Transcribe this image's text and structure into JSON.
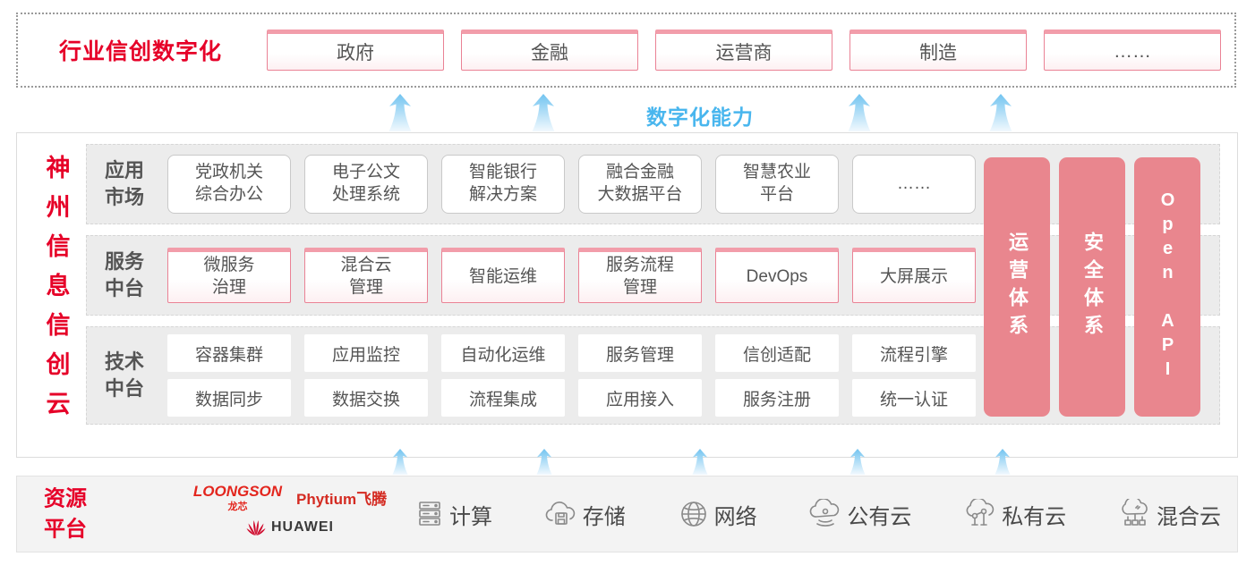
{
  "top": {
    "label": "行业信创数字化",
    "industries": [
      "政府",
      "金融",
      "运营商",
      "制造",
      "……"
    ]
  },
  "capability": {
    "label": "数字化能力"
  },
  "main": {
    "title": "神州信息信创云",
    "app_row": {
      "label": "应用\n市场",
      "boxes": [
        "党政机关\n综合办公",
        "电子公文\n处理系统",
        "智能银行\n解决方案",
        "融合金融\n大数据平台",
        "智慧农业\n平台",
        "……"
      ]
    },
    "service_row": {
      "label": "服务\n中台",
      "boxes": [
        "微服务\n治理",
        "混合云\n管理",
        "智能运维",
        "服务流程\n管理",
        "DevOps",
        "大屏展示"
      ]
    },
    "tech_row": {
      "label": "技术\n中台",
      "boxes_top": [
        "容器集群",
        "应用监控",
        "自动化运维",
        "服务管理",
        "信创适配",
        "流程引擎"
      ],
      "boxes_bottom": [
        "数据同步",
        "数据交换",
        "流程集成",
        "应用接入",
        "服务注册",
        "统一认证"
      ]
    },
    "bars": [
      "运营体系",
      "安全体系",
      "Open API"
    ]
  },
  "bottom": {
    "label": "资源\n平台",
    "vendors": {
      "loongson": "LOONGSON",
      "loongson_cn": "龙芯",
      "phytium": "Phytium飞腾",
      "huawei": "HUAWEI"
    },
    "resources": [
      {
        "icon": "compute-server-icon",
        "label": "计算"
      },
      {
        "icon": "storage-cloud-icon",
        "label": "存储"
      },
      {
        "icon": "network-globe-icon",
        "label": "网络"
      },
      {
        "icon": "public-cloud-icon",
        "label": "公有云"
      },
      {
        "icon": "private-cloud-icon",
        "label": "私有云"
      },
      {
        "icon": "hybrid-cloud-icon",
        "label": "混合云"
      }
    ]
  },
  "colors": {
    "red_text": "#e60028",
    "pink_bar": "#e9868e",
    "pink_border": "#ea8295",
    "pink_top_bar": "#f29daa",
    "blue_text": "#49b6ee",
    "row_bg": "#ececec",
    "arrow_blue": "#72c4f0"
  }
}
